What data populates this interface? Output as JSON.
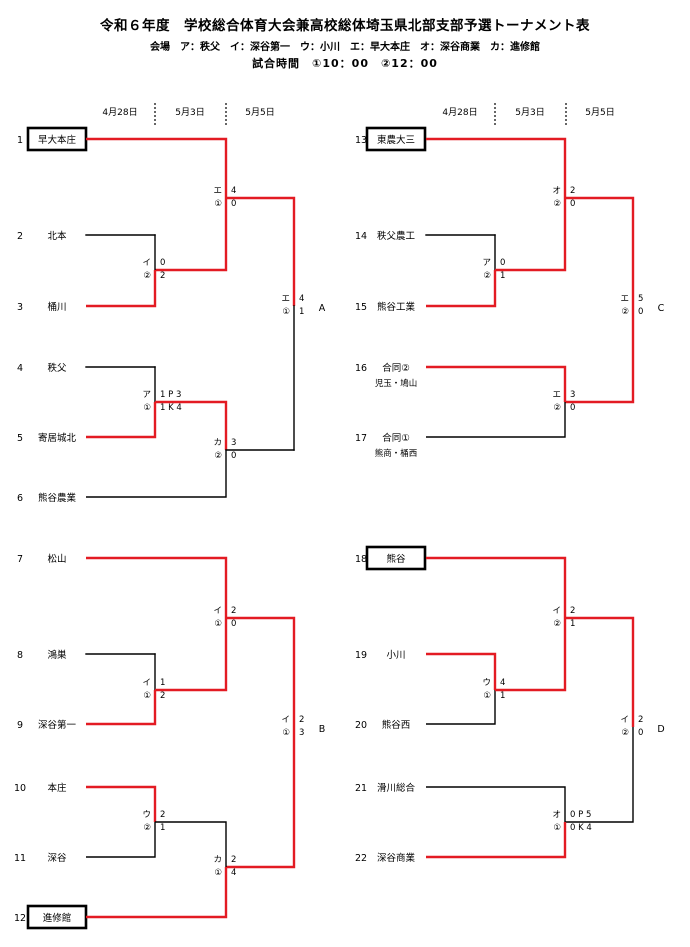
{
  "header": {
    "title": "令和６年度　学校総合体育大会兼高校総体埼玉県北部支部予選トーナメント表",
    "venues": "会場　ア：秩父　イ：深谷第一　ウ：小川　エ：早大本庄　オ：深谷商業　カ：進修館",
    "times": "試合時間　①10：00　②12：00"
  },
  "dates": [
    "4月28日",
    "5月3日",
    "5月5日"
  ],
  "colors": {
    "winner_line": "#e31b23",
    "line": "#000000",
    "background": "#ffffff"
  },
  "teams": [
    {
      "no": "1",
      "name": "早大本庄",
      "seeded": true
    },
    {
      "no": "2",
      "name": "北本",
      "seeded": false
    },
    {
      "no": "3",
      "name": "桶川",
      "seeded": false
    },
    {
      "no": "4",
      "name": "秩父",
      "seeded": false
    },
    {
      "no": "5",
      "name": "寄居城北",
      "seeded": false
    },
    {
      "no": "6",
      "name": "熊谷農業",
      "seeded": false
    },
    {
      "no": "7",
      "name": "松山",
      "seeded": false
    },
    {
      "no": "8",
      "name": "鴻巣",
      "seeded": false
    },
    {
      "no": "9",
      "name": "深谷第一",
      "seeded": false
    },
    {
      "no": "10",
      "name": "本庄",
      "seeded": false
    },
    {
      "no": "11",
      "name": "深谷",
      "seeded": false
    },
    {
      "no": "12",
      "name": "進修館",
      "seeded": true
    },
    {
      "no": "13",
      "name": "東農大三",
      "seeded": true
    },
    {
      "no": "14",
      "name": "秩父農工",
      "seeded": false
    },
    {
      "no": "15",
      "name": "熊谷工業",
      "seeded": false
    },
    {
      "no": "16",
      "name": "合同②",
      "seeded": false,
      "sub": "児玉・鳩山"
    },
    {
      "no": "17",
      "name": "合同①",
      "seeded": false,
      "sub": "熊商・桶西"
    },
    {
      "no": "18",
      "name": "熊谷",
      "seeded": true
    },
    {
      "no": "19",
      "name": "小川",
      "seeded": false
    },
    {
      "no": "20",
      "name": "熊谷西",
      "seeded": false
    },
    {
      "no": "21",
      "name": "滑川総合",
      "seeded": false
    },
    {
      "no": "22",
      "name": "深谷商業",
      "seeded": false
    }
  ],
  "matches": [
    {
      "venue": "イ",
      "slot": "②",
      "top": "0",
      "bot": "2"
    },
    {
      "venue": "エ",
      "slot": "①",
      "top": "4",
      "bot": "0"
    },
    {
      "venue": "ア",
      "slot": "①",
      "top": "1 P 3",
      "bot": "1 K 4"
    },
    {
      "venue": "カ",
      "slot": "②",
      "top": "3",
      "bot": "0"
    },
    {
      "venue": "エ",
      "slot": "①",
      "top": "4",
      "bot": "1"
    },
    {
      "venue": "イ",
      "slot": "①",
      "top": "1",
      "bot": "2"
    },
    {
      "venue": "イ",
      "slot": "①",
      "top": "2",
      "bot": "0"
    },
    {
      "venue": "ウ",
      "slot": "②",
      "top": "2",
      "bot": "1"
    },
    {
      "venue": "カ",
      "slot": "①",
      "top": "2",
      "bot": "4"
    },
    {
      "venue": "イ",
      "slot": "①",
      "top": "2",
      "bot": "3"
    },
    {
      "venue": "ア",
      "slot": "②",
      "top": "0",
      "bot": "1"
    },
    {
      "venue": "オ",
      "slot": "②",
      "top": "2",
      "bot": "0"
    },
    {
      "venue": "エ",
      "slot": "②",
      "top": "3",
      "bot": "0"
    },
    {
      "venue": "エ",
      "slot": "②",
      "top": "5",
      "bot": "0"
    },
    {
      "venue": "ウ",
      "slot": "①",
      "top": "4",
      "bot": "1"
    },
    {
      "venue": "イ",
      "slot": "②",
      "top": "2",
      "bot": "1"
    },
    {
      "venue": "オ",
      "slot": "①",
      "top": "0 P 5",
      "bot": "0 K 4"
    },
    {
      "venue": "イ",
      "slot": "②",
      "top": "2",
      "bot": "0"
    }
  ],
  "blocks": [
    "A",
    "B",
    "C",
    "D"
  ]
}
